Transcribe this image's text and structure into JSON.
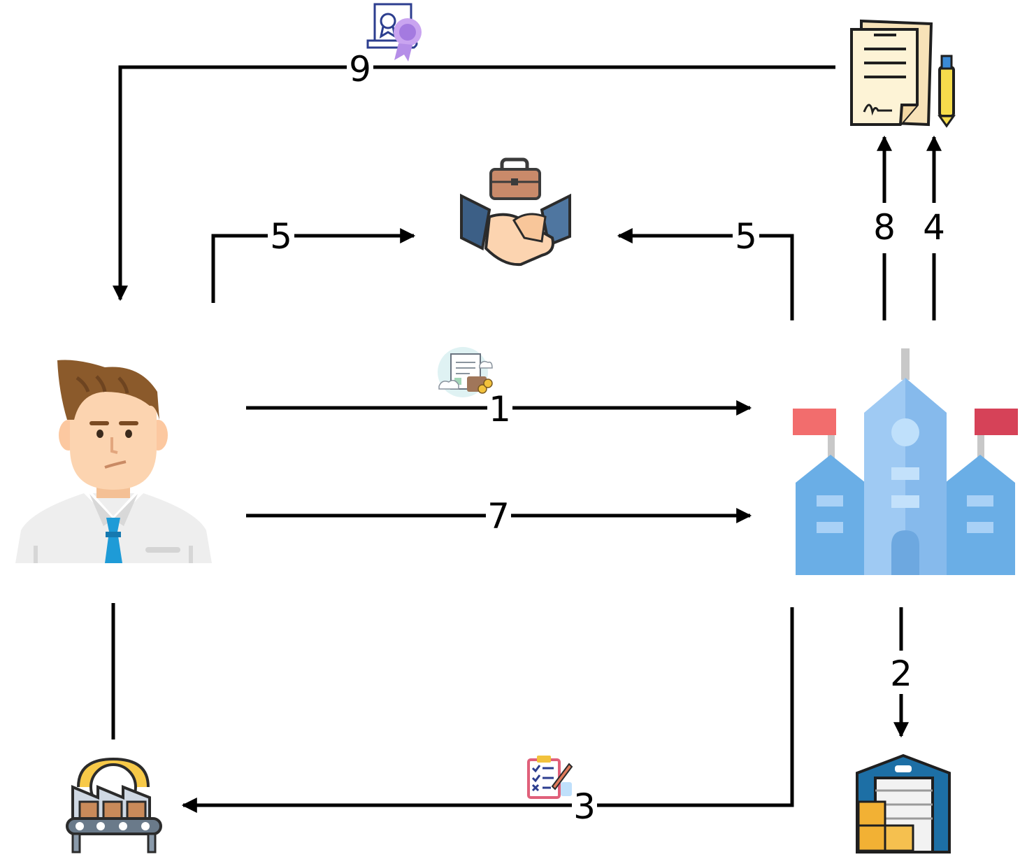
{
  "nodes": [
    {
      "id": "customer",
      "icon": "businessman-icon"
    },
    {
      "id": "company",
      "icon": "company-building-icon"
    },
    {
      "id": "factory",
      "icon": "factory-icon"
    },
    {
      "id": "warehouse",
      "icon": "warehouse-icon"
    },
    {
      "id": "contract",
      "icon": "signed-contract-icon"
    },
    {
      "id": "deal",
      "icon": "handshake-icon"
    }
  ],
  "edges": [
    {
      "label": "1",
      "from": "customer",
      "to": "company",
      "icon": "order-document-icon"
    },
    {
      "label": "2",
      "from": "company",
      "to": "warehouse"
    },
    {
      "label": "3",
      "from": "company",
      "to": "factory",
      "icon": "checklist-icon"
    },
    {
      "label": "4",
      "from": "company",
      "to": "contract"
    },
    {
      "label": "5",
      "from": "customer",
      "to": "deal"
    },
    {
      "label": "5",
      "from": "company",
      "to": "deal"
    },
    {
      "label": "7",
      "from": "customer",
      "to": "company"
    },
    {
      "label": "8",
      "from": "company",
      "to": "contract"
    },
    {
      "label": "9",
      "from": "contract",
      "to": "customer",
      "icon": "certificate-icon"
    }
  ],
  "colors": {
    "line": "#000000",
    "building_blue": "#7fb6ea",
    "flag_red": "#f26d6d",
    "skin": "#fcd4b0",
    "hair": "#8b5a2b",
    "tie": "#1e9bd7",
    "box_orange": "#f2b134",
    "warehouse_blue": "#1d6fa5"
  }
}
